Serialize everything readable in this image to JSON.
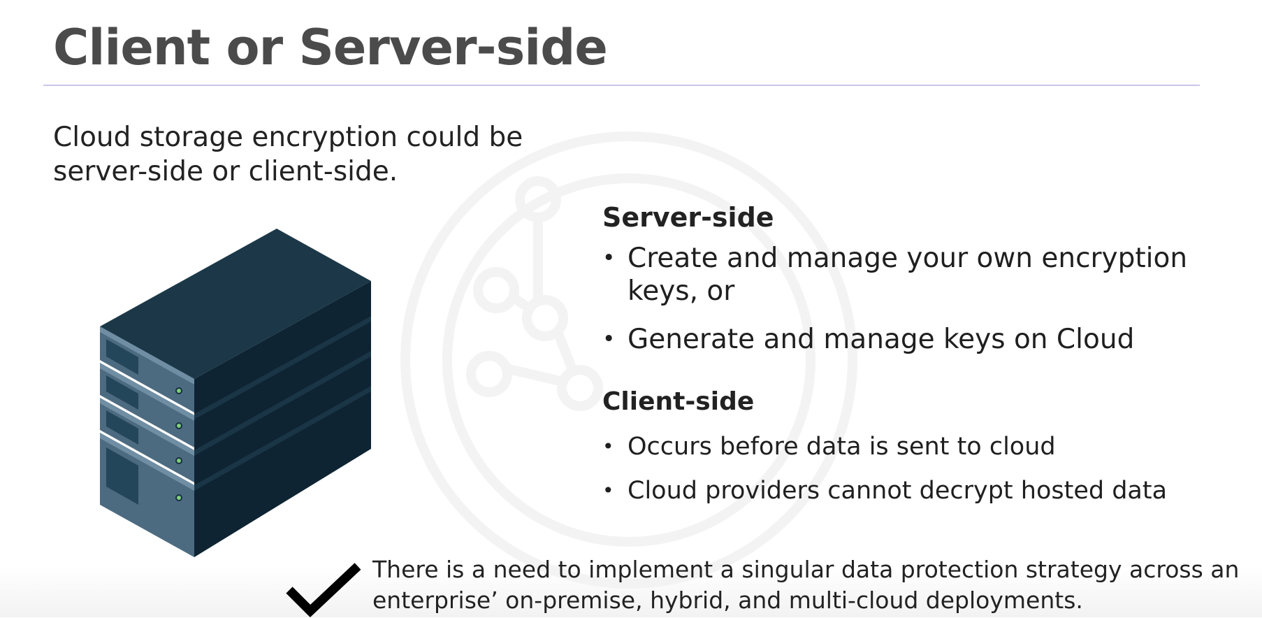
{
  "slide": {
    "title": "Client or Server-side",
    "intro": "Cloud storage encryption could be server-side or client-side.",
    "sections": [
      {
        "heading": "Server-side",
        "bullets": [
          "Create and manage your own encryption keys, or",
          "Generate and manage keys on Cloud"
        ]
      },
      {
        "heading": "Client-side",
        "bullets": [
          "Occurs before data is sent to cloud",
          "Cloud providers cannot decrypt hosted data"
        ]
      }
    ],
    "note": "There is a need to implement a singular data protection strategy across an enterprise’ on-premise, hybrid, and multi-cloud deployments."
  },
  "icons": {
    "server": "server-rack-icon",
    "check": "checkmark-icon",
    "watermark": "network-watermark-icon"
  },
  "colors": {
    "title": "#4b4b4b",
    "rule": "#c9c6ec",
    "server_top": "#1c3848",
    "server_side": "#0e2433",
    "server_front": "#4d6b80",
    "led": "#7fd07a"
  }
}
